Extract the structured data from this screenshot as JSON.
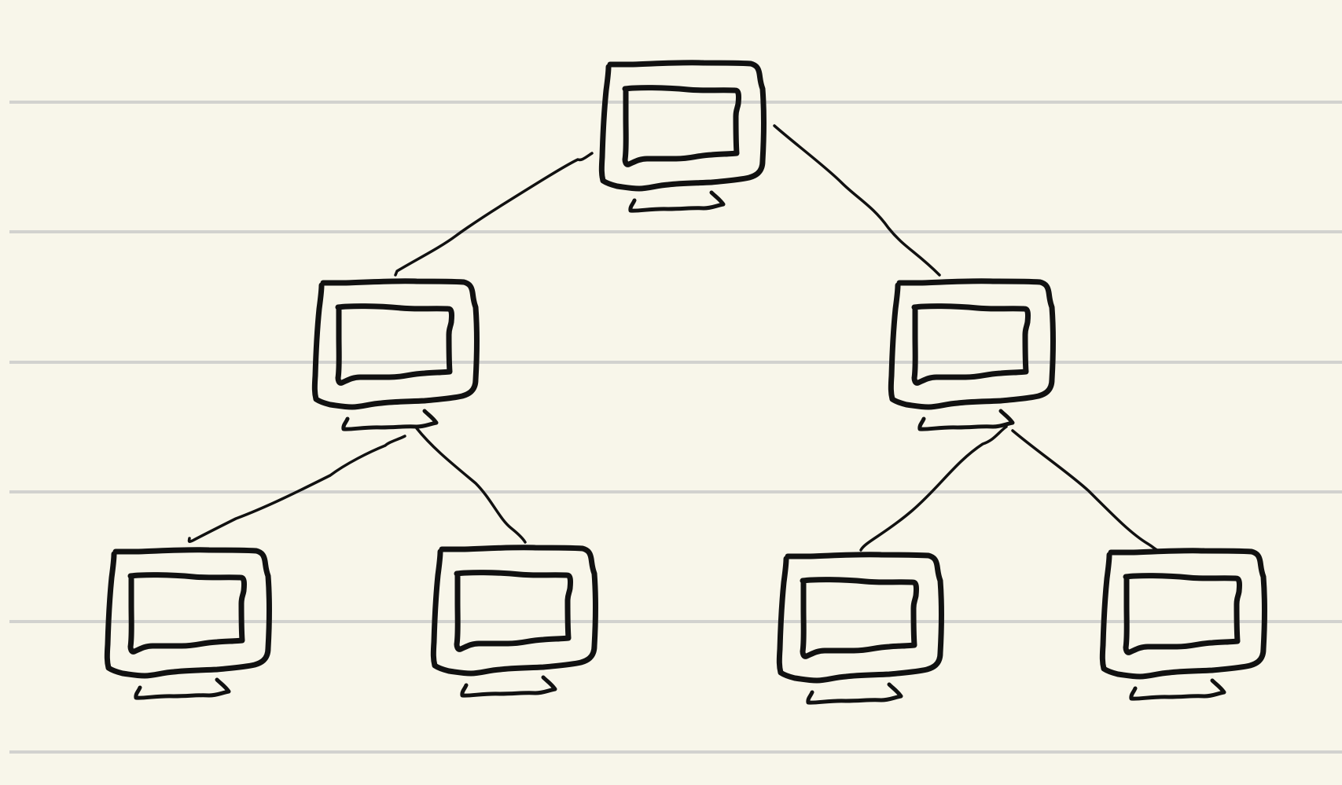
{
  "diagram": {
    "type": "tree",
    "ruled_paper": true,
    "colors": {
      "background": "#f8f6ea",
      "rule_line": "#d2d2cf",
      "ink": "#111111"
    },
    "nodes": [
      {
        "id": "root",
        "icon": "monitor-icon",
        "level": 0,
        "parent": null
      },
      {
        "id": "left",
        "icon": "monitor-icon",
        "level": 1,
        "parent": "root"
      },
      {
        "id": "right",
        "icon": "monitor-icon",
        "level": 1,
        "parent": "root"
      },
      {
        "id": "left-left",
        "icon": "monitor-icon",
        "level": 2,
        "parent": "left"
      },
      {
        "id": "left-right",
        "icon": "monitor-icon",
        "level": 2,
        "parent": "left"
      },
      {
        "id": "right-left",
        "icon": "monitor-icon",
        "level": 2,
        "parent": "right"
      },
      {
        "id": "right-right",
        "icon": "monitor-icon",
        "level": 2,
        "parent": "right"
      }
    ],
    "edges": [
      {
        "from": "root",
        "to": "left"
      },
      {
        "from": "root",
        "to": "right"
      },
      {
        "from": "left",
        "to": "left-left"
      },
      {
        "from": "left",
        "to": "left-right"
      },
      {
        "from": "right",
        "to": "right-left"
      },
      {
        "from": "right",
        "to": "right-right"
      }
    ]
  }
}
